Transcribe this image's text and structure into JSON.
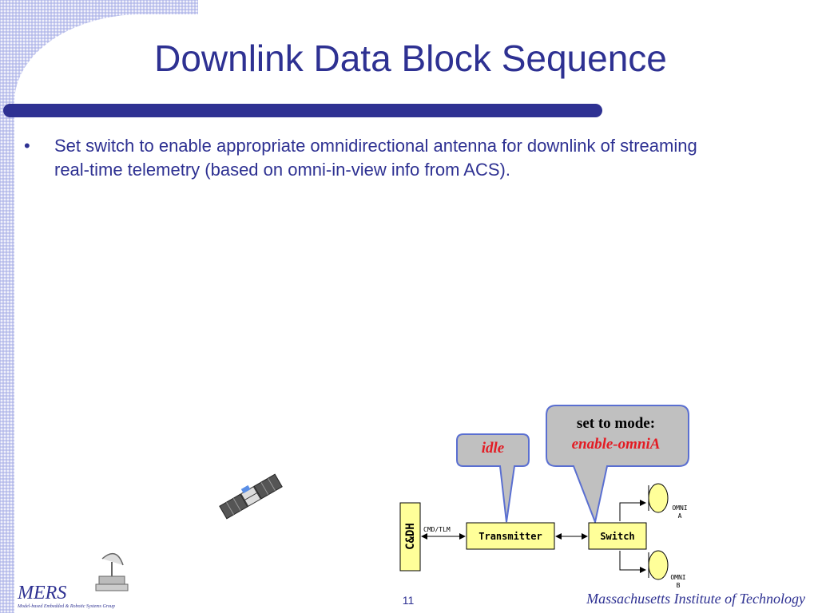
{
  "slide": {
    "title": "Downlink Data Block Sequence",
    "bullet_char": "•",
    "bullet_text": "Set switch to enable appropriate omnidirectional antenna for downlink of streaming real-time telemetry (based on omni-in-view info from ACS).",
    "page_number": "11"
  },
  "diagram": {
    "callout_idle": "idle",
    "callout_mode_line1": "set to mode:",
    "callout_mode_line2": "enable-omniA",
    "cdh_label": "C&DH",
    "cmd_tlm_label": "CMD/TLM",
    "transmitter_label": "Transmitter",
    "switch_label": "Switch",
    "omni_a_label_1": "OMNI",
    "omni_a_label_2": "A",
    "omni_b_label_1": "OMNI",
    "omni_b_label_2": "B"
  },
  "footer": {
    "logo_text": "MERS",
    "logo_subtitle": "Model-based Embedded & Robotic Systems Group",
    "institution": "Massachusetts Institute of Technology"
  },
  "colors": {
    "title": "#2e3192",
    "callout_fill": "#c0c0c0",
    "box_fill": "#ffff99",
    "highlight_red": "#e31b23",
    "band": "#c9cdf0"
  },
  "icons": [
    "satellite-icon",
    "dish-antenna-icon",
    "omni-antenna-icon"
  ]
}
